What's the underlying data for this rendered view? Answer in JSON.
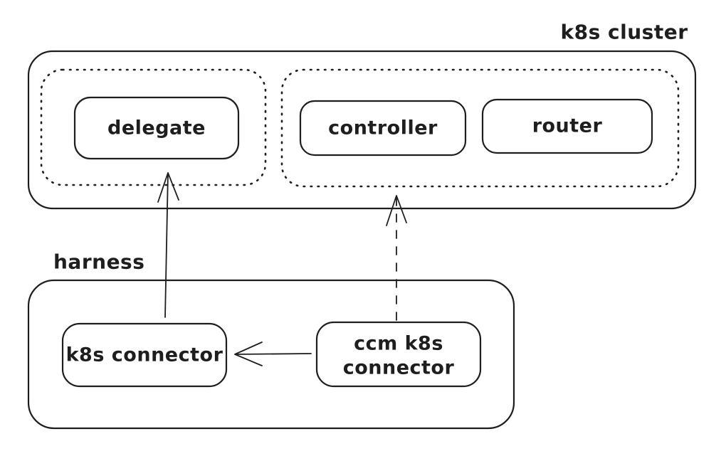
{
  "colors": {
    "background": "#ffffff",
    "ink": "#1e1e1e",
    "accent_red": "#e03131"
  },
  "labels": {
    "k8s_cluster": "k8s cluster",
    "harness": "harness"
  },
  "nodes": {
    "delegate": {
      "label": "delegate",
      "color": "#1e1e1e"
    },
    "controller": {
      "label": "controller",
      "color": "#e03131"
    },
    "router": {
      "label": "router",
      "color": "#e03131"
    },
    "k8s_connector": {
      "label": "k8s connector",
      "color": "#1e1e1e"
    },
    "ccm_k8s_connector": {
      "line1": "ccm k8s",
      "line2": "connector",
      "color": "#1e1e1e"
    }
  },
  "edges": [
    {
      "name": "k8s-connector-to-delegate",
      "style": "solid",
      "direction": "up"
    },
    {
      "name": "ccm-k8s-connector-to-controller-namespace",
      "style": "dashed",
      "direction": "up"
    },
    {
      "name": "ccm-k8s-connector-to-k8s-connector",
      "style": "solid",
      "direction": "left"
    }
  ]
}
